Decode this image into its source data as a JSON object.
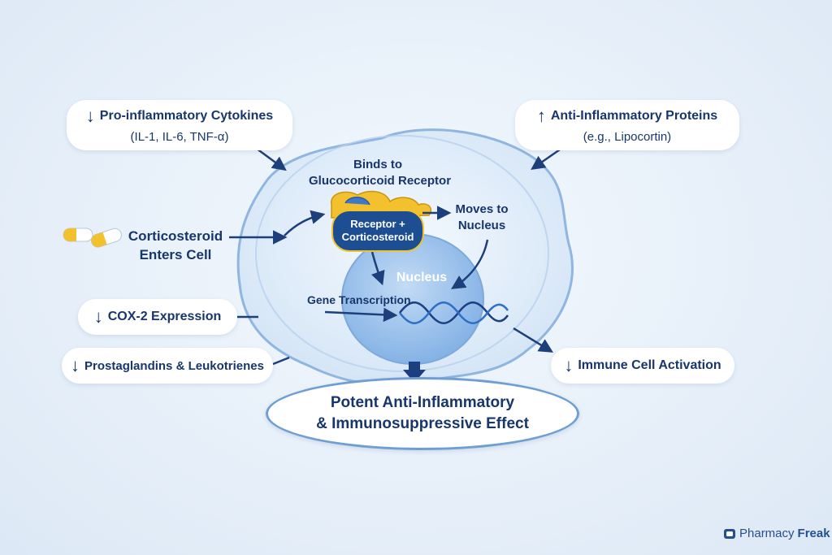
{
  "labels": {
    "cytokines_title": "Pro-inflammatory Cytokines",
    "cytokines_sub": "(IL-1, IL-6, TNF-α)",
    "proteins_title": "Anti-Inflammatory Proteins",
    "proteins_sub": "(e.g., Lipocortin)",
    "enters_line1": "Corticosteroid",
    "enters_line2": "Enters Cell",
    "binds_line1": "Binds to",
    "binds_line2": "Glucocorticoid Receptor",
    "complex_line1": "Receptor +",
    "complex_line2": "Corticosteroid",
    "moves_line1": "Moves to",
    "moves_line2": "Nucleus",
    "nucleus": "Nucleus",
    "gene": "Gene Transcription",
    "cox2": "COX-2 Expression",
    "prostaglandins": "Prostaglandins & Leukotrienes",
    "immune": "Immune Cell Activation",
    "outcome_line1": "Potent Anti-Inflammatory",
    "outcome_line2": "& Immunosuppressive Effect"
  },
  "glyphs": {
    "down": "↓",
    "up": "↑"
  },
  "brand": {
    "part1": "Pharmacy",
    "part2": "Freak"
  },
  "colors": {
    "accent_dark": "#17366c",
    "cell_fill": "#d5e6f7",
    "nucleus_fill": "#a8c9ef",
    "capsule_yellow": "#f3c12d",
    "arrow": "#1d3f7a"
  }
}
